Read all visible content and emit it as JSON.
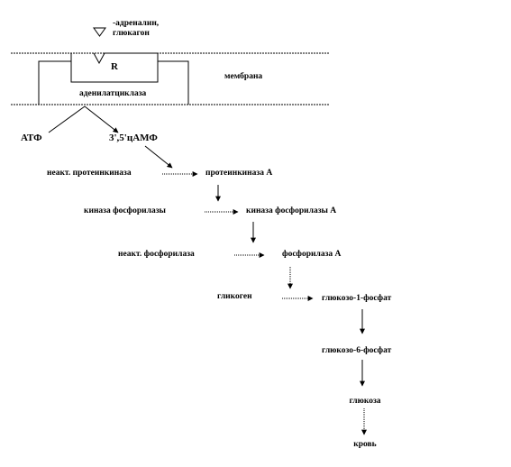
{
  "labels": {
    "hormones_line1": "-адреналин,",
    "hormones_line2": "глюкагон",
    "receptor": "R",
    "membrane": "мембрана",
    "adenylate_cyclase": "аденилатциклаза",
    "atp": "АТФ",
    "camp": "3',5'цАМФ",
    "inactive_protein_kinase": "неакт. протеинкиназа",
    "protein_kinase_a": "протеинкиназа А",
    "phosphorylase_kinase": "киназа фосфорилазы",
    "phosphorylase_kinase_a": "киназа фосфорилазы А",
    "inactive_phosphorylase": "неакт. фосфорилаза",
    "phosphorylase_a": "фосфорилаза А",
    "glycogen": "гликоген",
    "glucose_1_phosphate": "глюкозо-1-фосфат",
    "glucose_6_phosphate": "глюкозо-6-фосфат",
    "glucose": "глюкоза",
    "blood": "кровь"
  }
}
